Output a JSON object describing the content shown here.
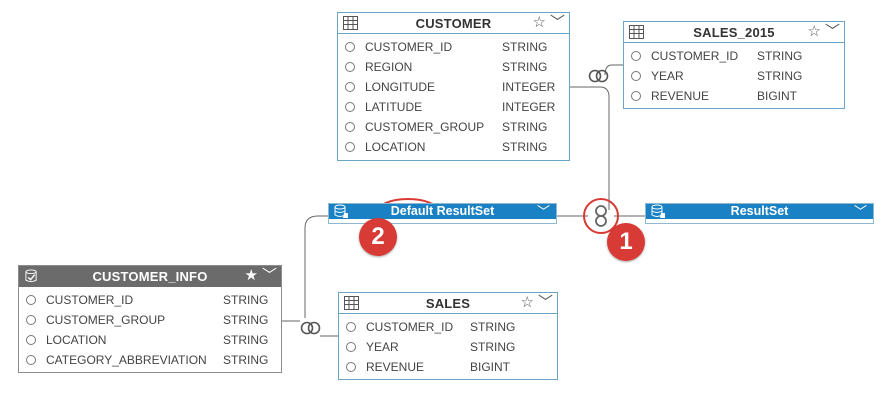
{
  "tables": {
    "customer": {
      "title": "CUSTOMER",
      "columns": [
        {
          "name": "CUSTOMER_ID",
          "type": "STRING"
        },
        {
          "name": "REGION",
          "type": "STRING"
        },
        {
          "name": "LONGITUDE",
          "type": "INTEGER"
        },
        {
          "name": "LATITUDE",
          "type": "INTEGER"
        },
        {
          "name": "CUSTOMER_GROUP",
          "type": "STRING"
        },
        {
          "name": "LOCATION",
          "type": "STRING"
        }
      ]
    },
    "sales_2015": {
      "title": "SALES_2015",
      "columns": [
        {
          "name": "CUSTOMER_ID",
          "type": "STRING"
        },
        {
          "name": "YEAR",
          "type": "STRING"
        },
        {
          "name": "REVENUE",
          "type": "BIGINT"
        }
      ]
    },
    "customer_info": {
      "title": "CUSTOMER_INFO",
      "columns": [
        {
          "name": "CUSTOMER_ID",
          "type": "STRING"
        },
        {
          "name": "CUSTOMER_GROUP",
          "type": "STRING"
        },
        {
          "name": "LOCATION",
          "type": "STRING"
        },
        {
          "name": "CATEGORY_ABBREVIATION",
          "type": "STRING"
        }
      ]
    },
    "sales": {
      "title": "SALES",
      "columns": [
        {
          "name": "CUSTOMER_ID",
          "type": "STRING"
        },
        {
          "name": "YEAR",
          "type": "STRING"
        },
        {
          "name": "REVENUE",
          "type": "BIGINT"
        }
      ]
    }
  },
  "result_sets": {
    "default": {
      "title": "Default ResultSet"
    },
    "main": {
      "title": "ResultSet"
    }
  },
  "callouts": {
    "one": "1",
    "two": "2"
  },
  "icons": {
    "table": "table-grid-icon",
    "star": "star-icon",
    "chevron": "chevron-down-icon",
    "join": "join-icon",
    "union": "union-icon"
  },
  "colors": {
    "accent": "#1a82c4",
    "table_border": "#6aa5c4",
    "info_header": "#6b6b6b",
    "callout": "#d83a35"
  }
}
